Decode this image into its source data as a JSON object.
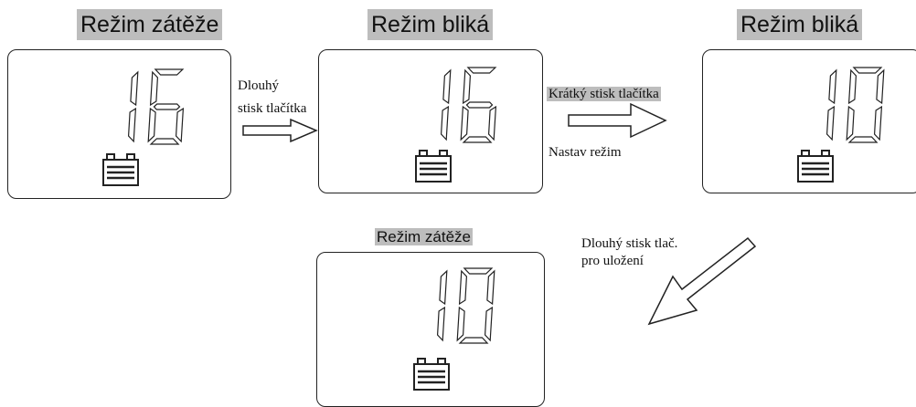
{
  "screens": [
    {
      "title": "Režim zátěže",
      "digits": "16",
      "title_highlight": true
    },
    {
      "title": "Režim bliká",
      "digits": "16",
      "title_highlight": true
    },
    {
      "title": "Režim bliká",
      "digits": "10",
      "title_highlight": true
    },
    {
      "title": "Režim zátěže",
      "digits": "10",
      "title_highlight": true
    }
  ],
  "arrows": [
    {
      "label_line1": "Dlouhý",
      "label_line2": "stisk tlačítka"
    },
    {
      "label_top": "Krátký stisk tlačítka",
      "label_bottom": "Nastav režim"
    },
    {
      "label_line1": "Dlouhý stisk tlač.",
      "label_line2": "pro uložení"
    }
  ],
  "colors": {
    "highlight": "#bdbdbd",
    "line": "#222222"
  }
}
